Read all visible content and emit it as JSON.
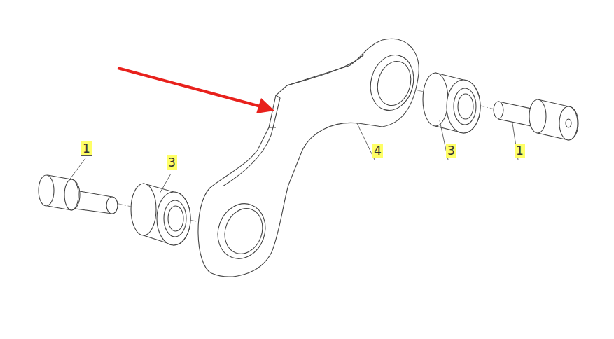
{
  "diagram": {
    "labels": [
      "1",
      "3",
      "4",
      "3",
      "1"
    ]
  }
}
